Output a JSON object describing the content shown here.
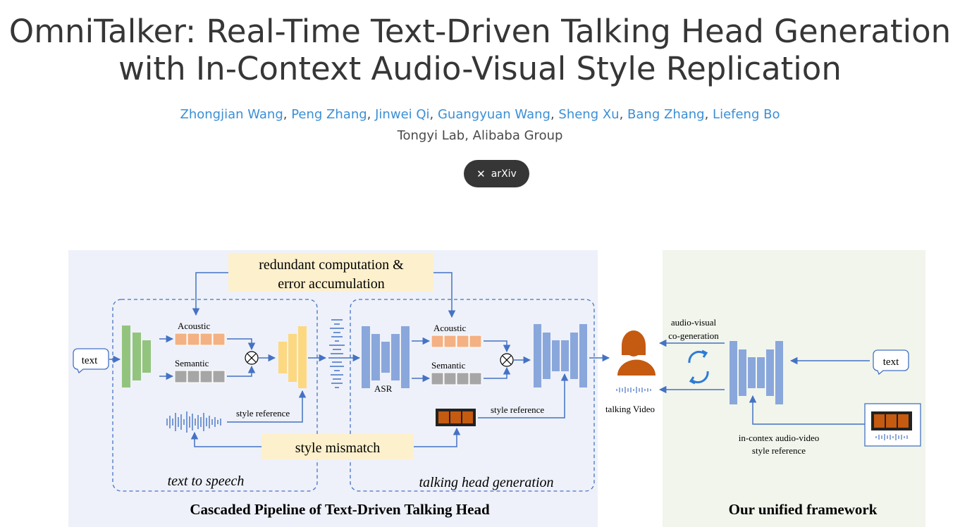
{
  "page": {
    "title_line1": "OmniTalker: Real-Time Text-Driven Talking Head Generation",
    "title_line2": "with In-Context Audio-Visual Style Replication",
    "authors": [
      "Zhongjian Wang",
      "Peng Zhang",
      "Jinwei Qi",
      "Guangyuan Wang",
      "Sheng Xu",
      "Bang Zhang",
      "Liefeng Bo"
    ],
    "affiliation": "Tongyi Lab, Alibaba Group",
    "arxiv_label": "arXiv",
    "arxiv_icon": "x-icon"
  },
  "figure": {
    "redundant_line1": "redundant computation &",
    "redundant_line2": "error accumulation",
    "text_left": "text",
    "acoustic": "Acoustic",
    "semantic": "Semantic",
    "style_reference": "style reference",
    "style_mismatch": "style mismatch",
    "tts_label": "text to speech",
    "asr": "ASR",
    "thg_label": "talking head generation",
    "cascaded_caption": "Cascaded Pipeline of Text-Driven Talking Head",
    "talking_video": "talking Video",
    "av_line1": "audio-visual",
    "av_line2": "co-generation",
    "text_right": "text",
    "incontext_line1": "in-contex audio-video",
    "incontext_line2": "style reference",
    "unified_caption": "Our unified framework",
    "colors": {
      "panel_left": "#eef1f9",
      "panel_right": "#f1f5ec",
      "blue": "#8aa7dc",
      "green": "#93c47d",
      "yellow": "#fcd881",
      "orange": "#f4b183",
      "gray": "#a6a6a6",
      "highlight": "#fdf0cc",
      "arrow": "#4472c4",
      "avatar": "#c55a11"
    }
  }
}
